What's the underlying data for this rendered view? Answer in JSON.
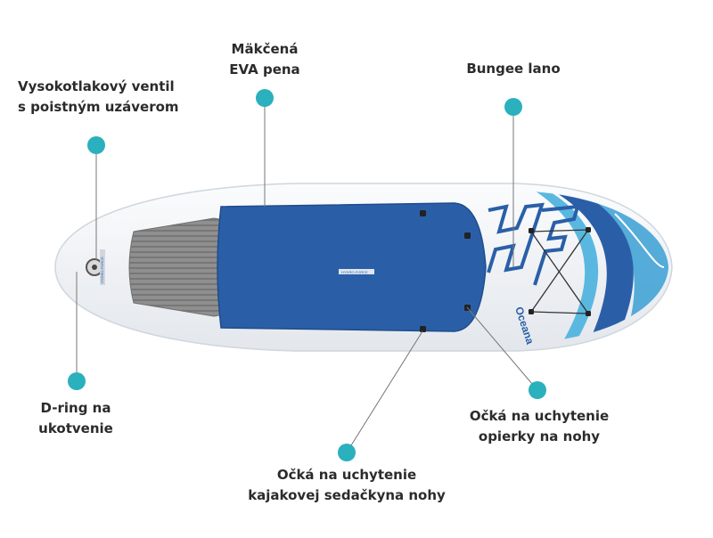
{
  "diagram": {
    "labels": {
      "valve": [
        "Vysokotlakový ventil",
        "s poistným uzáverom"
      ],
      "eva": [
        "Mäkčená",
        "EVA pena"
      ],
      "bungee": [
        "Bungee lano"
      ],
      "dring": [
        "D-ring na",
        "ukotvenie"
      ],
      "kayak": [
        "Očká na uchytenie",
        "kajakovej sedačkyna nohy"
      ],
      "foot": [
        "Očká na uchytenie",
        "opierky na nohy"
      ]
    },
    "board": {
      "brand_text": "Oceana",
      "small_logo_text": "HYDRO-FORCE",
      "tail_logo_text": "HYDRO-FORCE"
    },
    "colors": {
      "marker": "#2bb0bd",
      "deck_blue": "#2a5fa8",
      "board_white": "#f4f6f8",
      "grip_gray": "#8b8b8b",
      "text": "#2b2b2b"
    }
  }
}
